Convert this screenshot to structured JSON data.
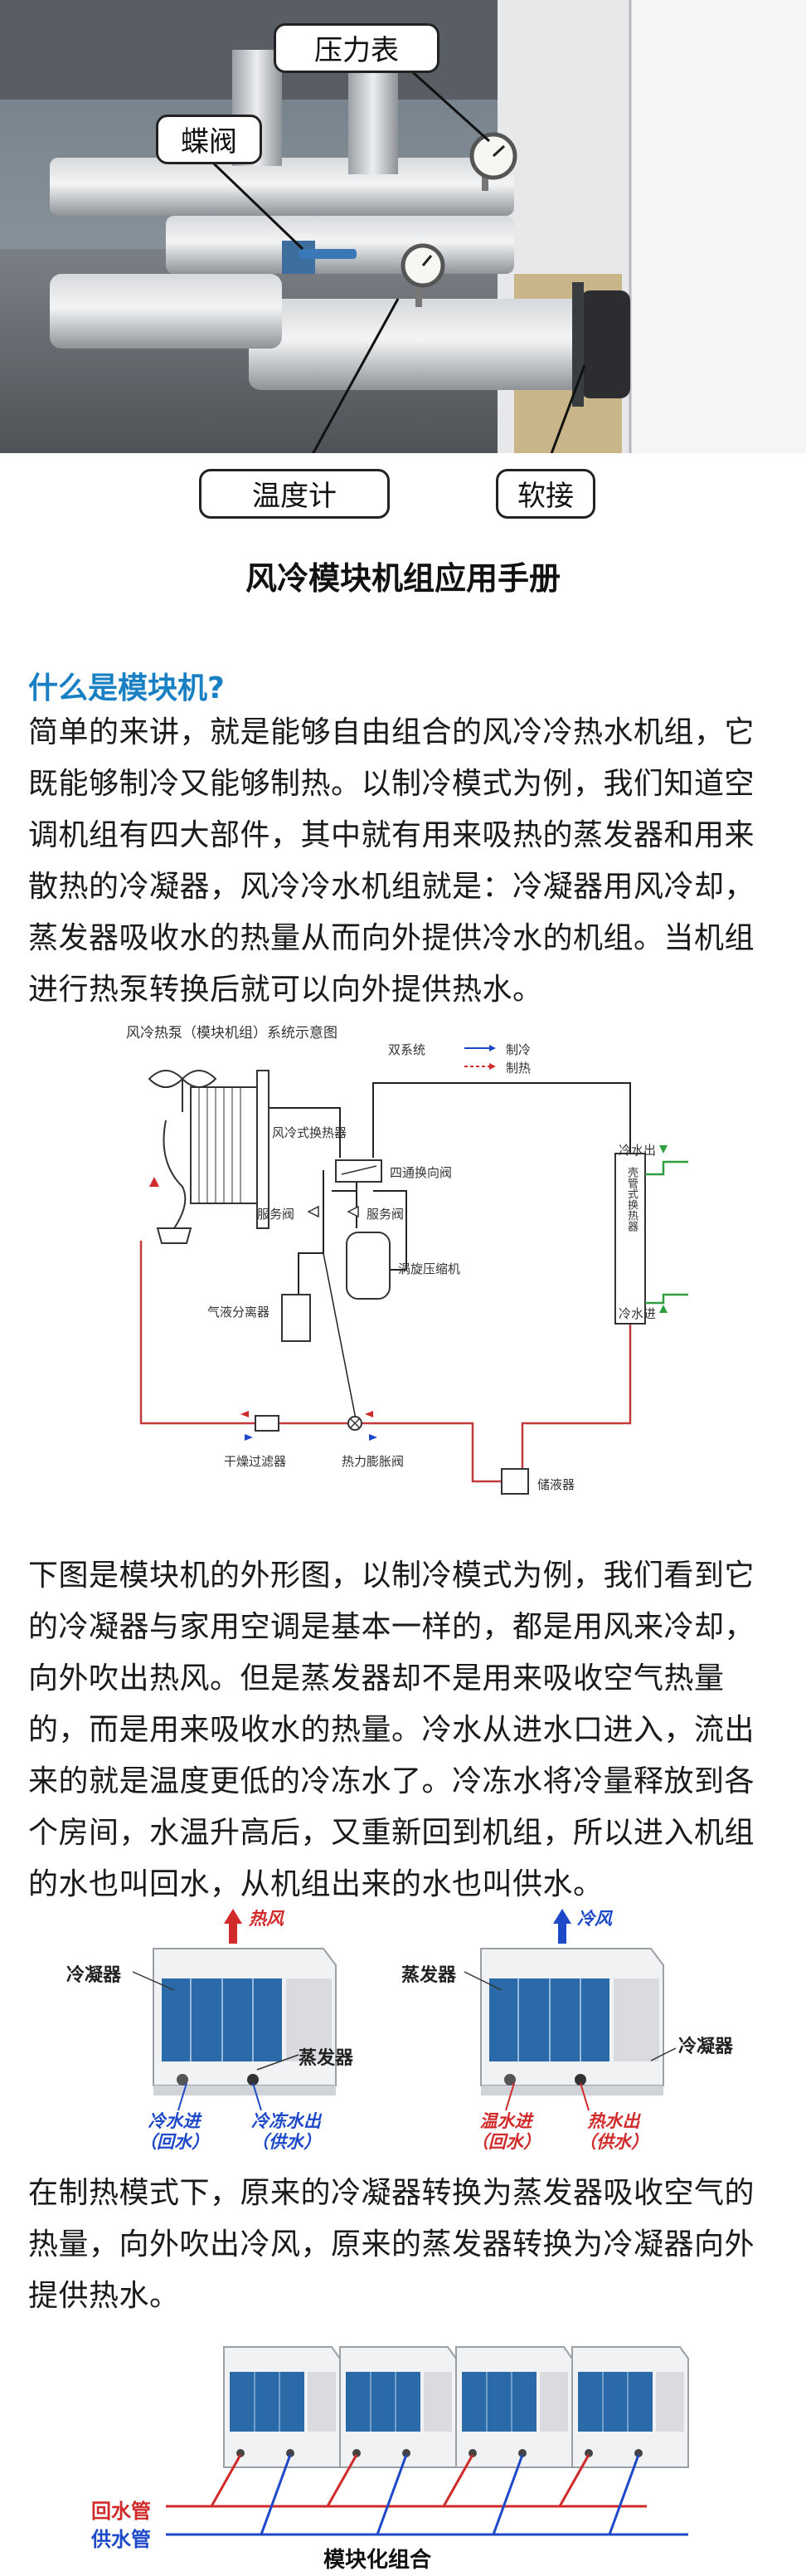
{
  "hero": {
    "labels": {
      "pressure_gauge": "压力表",
      "butterfly_valve": "蝶阀",
      "thermometer": "温度计",
      "soft_joint": "软接"
    }
  },
  "doc_title": "风冷模块机组应用手册",
  "section_heading": "什么是模块机?",
  "paragraph_1": "简单的来讲，就是能够自由组合的风冷冷热水机组，它既能够制冷又能够制热。以制冷模式为例，我们知道空调机组有四大部件，其中就有用来吸热的蒸发器和用来散热的冷凝器，风冷冷水机组就是：冷凝器用风冷却，蒸发器吸收水的热量从而向外提供冷水的机组。当机组进行热泵转换后就可以向外提供热水。",
  "schematic": {
    "title": "风冷热泵（模块机组）系统示意图",
    "legend": {
      "dual_flow": "双系统",
      "cooling": "制冷",
      "heating": "制热"
    },
    "labels": {
      "air_heat_exchanger": "风冷式换热器",
      "four_way_valve": "四通换向阀",
      "service_valve_left": "服务阀",
      "service_valve_right": "服务阀",
      "scroll_compressor": "涡旋压缩机",
      "gas_liquid_separator": "气液分离器",
      "water_heat_exchanger": "壳管式换热器",
      "chilled_water_out": "冷水出",
      "chilled_water_in": "冷水进",
      "dry_filter": "干燥过滤器",
      "thermal_expansion_valve": "热力膨胀阀",
      "strainer": "储液器"
    },
    "colors": {
      "cooling_arrow": "#1d49c9",
      "heating_arrow": "#d12a2a",
      "water_line": "#2e9e3e",
      "refrigerant_line": "#c43a3a"
    }
  },
  "paragraph_2": "下图是模块机的外形图，以制冷模式为例，我们看到它的冷凝器与家用空调是基本一样的，都是用风来冷却，向外吹出热风。但是蒸发器却不是用来吸收空气热量的，而是用来吸收水的热量。冷水从进水口进入，流出来的就是温度更低的冷冻水了。冷冻水将冷量释放到各个房间，水温升高后，又重新回到机组，所以进入机组的水也叫回水，从机组出来的水也叫供水。",
  "units_diagram": {
    "left": {
      "air_label": "热风",
      "top_coil": "冷凝器",
      "bottom_coil": "蒸发器",
      "inlet_line1": "冷水进",
      "inlet_line2": "（回水）",
      "outlet_line1": "冷冻水出",
      "outlet_line2": "（供水）"
    },
    "right": {
      "air_label": "冷风",
      "top_coil": "蒸发器",
      "bottom_coil": "冷凝器",
      "inlet_line1": "温水进",
      "inlet_line2": "（回水）",
      "outlet_line1": "热水出",
      "outlet_line2": "（供水）"
    }
  },
  "paragraph_3": "在制热模式下，原来的冷凝器转换为蒸发器吸收空气的热量，向外吹出冷风，原来的蒸发器转换为冷凝器向外提供热水。",
  "modular": {
    "return_pipe": "回水管",
    "supply_pipe": "供水管",
    "caption": "模块化组合"
  }
}
